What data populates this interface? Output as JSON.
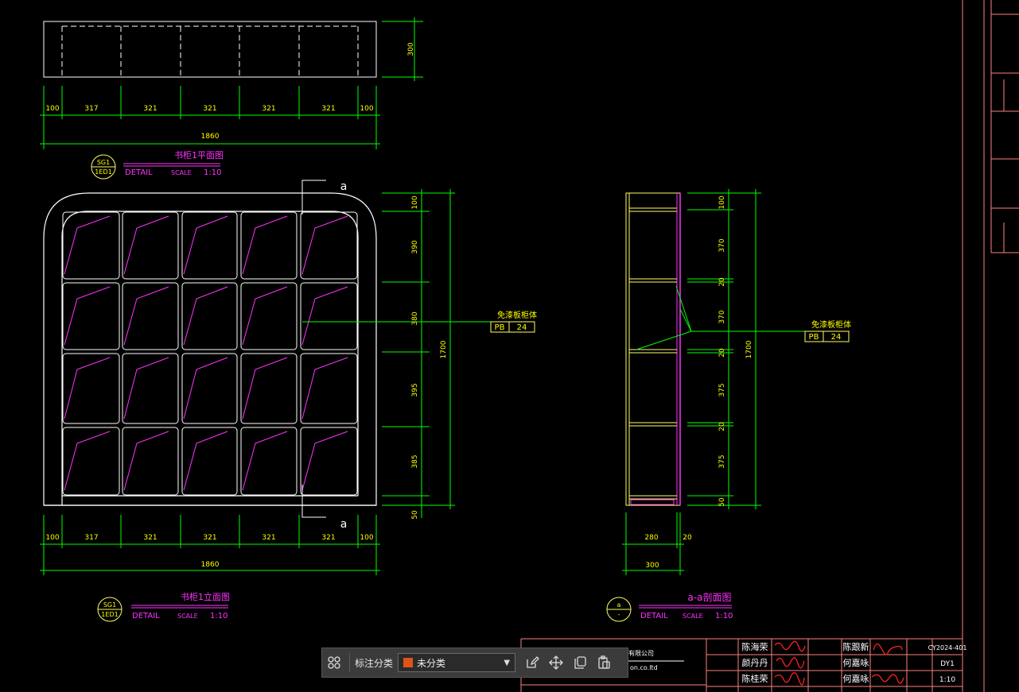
{
  "plan": {
    "title": "书柜1平面图",
    "tag_top": "SG1",
    "tag_bottom": "1ED1",
    "detail": "DETAIL",
    "scale": "SCALE",
    "scale_value": "1:10",
    "depth_dim": "300",
    "dims": [
      "100",
      "317",
      "321",
      "321",
      "321",
      "321",
      "100"
    ],
    "total": "1860"
  },
  "elevation": {
    "title": "书柜1立面图",
    "tag_top": "SG1",
    "tag_bottom": "1ED1",
    "detail": "DETAIL",
    "scale": "SCALE",
    "scale_value": "1:10",
    "section_mark": "a",
    "dims": [
      "100",
      "317",
      "321",
      "321",
      "321",
      "321",
      "100"
    ],
    "total": "1860",
    "vdims": [
      "100",
      "390",
      "380",
      "395",
      "385",
      "50"
    ],
    "vtotal": "1700",
    "callout": "免漆板柜体",
    "callout_code": "PB",
    "callout_num": "24"
  },
  "section": {
    "title": "a-a剖面图",
    "tag_top": "a",
    "tag_bottom": "-",
    "detail": "DETAIL",
    "scale": "SCALE",
    "scale_value": "1:10",
    "vdims": [
      "100",
      "370",
      "20",
      "370",
      "20",
      "375",
      "20",
      "375",
      "50"
    ],
    "vtotal": "1700",
    "hdims": [
      "280",
      "20"
    ],
    "htotal": "300",
    "callout": "免漆板柜体",
    "callout_code": "PB",
    "callout_num": "24"
  },
  "titleblock": {
    "company": "有限公司",
    "web": "on.co.ltd",
    "names": [
      "陈海荣",
      "颜丹丹",
      "陈桂荣"
    ],
    "names2": [
      "陈跟新",
      "何嘉咏",
      "何嘉咏"
    ],
    "project_no": "CY2024-401",
    "drawing_no": "DY1",
    "scale": "1:10"
  },
  "toolbar": {
    "label": "标注分类",
    "selected": "未分类",
    "swatch_color": "#e0531a"
  },
  "colors": {
    "dim": "#00ff00",
    "outline": "#ffffff",
    "shelf": "#ffff66",
    "magenta": "#ff33ff",
    "text_yellow": "#ffff00",
    "frame": "#ff9999"
  }
}
